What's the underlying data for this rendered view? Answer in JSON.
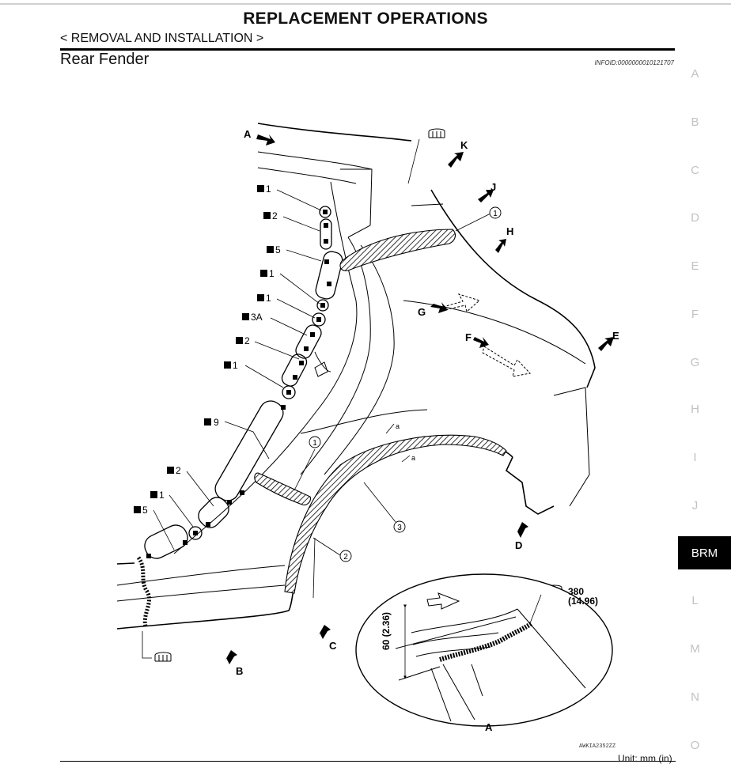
{
  "page": {
    "title": "REPLACEMENT OPERATIONS",
    "section": "< REMOVAL AND INSTALLATION >",
    "subsection": "Rear Fender",
    "info_id": "INFOID:0000000010121707"
  },
  "index_tabs": [
    "A",
    "B",
    "C",
    "D",
    "E",
    "F",
    "G",
    "H",
    "I",
    "J",
    "BRM",
    "L",
    "M",
    "N",
    "O"
  ],
  "active_tab": "BRM",
  "figure": {
    "view_arrows": [
      "A",
      "B",
      "C",
      "D",
      "E",
      "F",
      "G",
      "H",
      "J",
      "K"
    ],
    "weld_callouts": [
      "1",
      "2",
      "5",
      "1",
      "1",
      "3A",
      "2",
      "1",
      "9",
      "2",
      "1",
      "5"
    ],
    "part_callouts": [
      "1",
      "1",
      "2",
      "3"
    ],
    "detail_letter": "a",
    "detail": {
      "dim_length": "380",
      "dim_length_in": "(14.96)",
      "dim_offset": "60 (2.36)",
      "view_label": "A"
    },
    "figure_code": "AWKIA2352ZZ",
    "units": "Unit: mm (in)"
  }
}
